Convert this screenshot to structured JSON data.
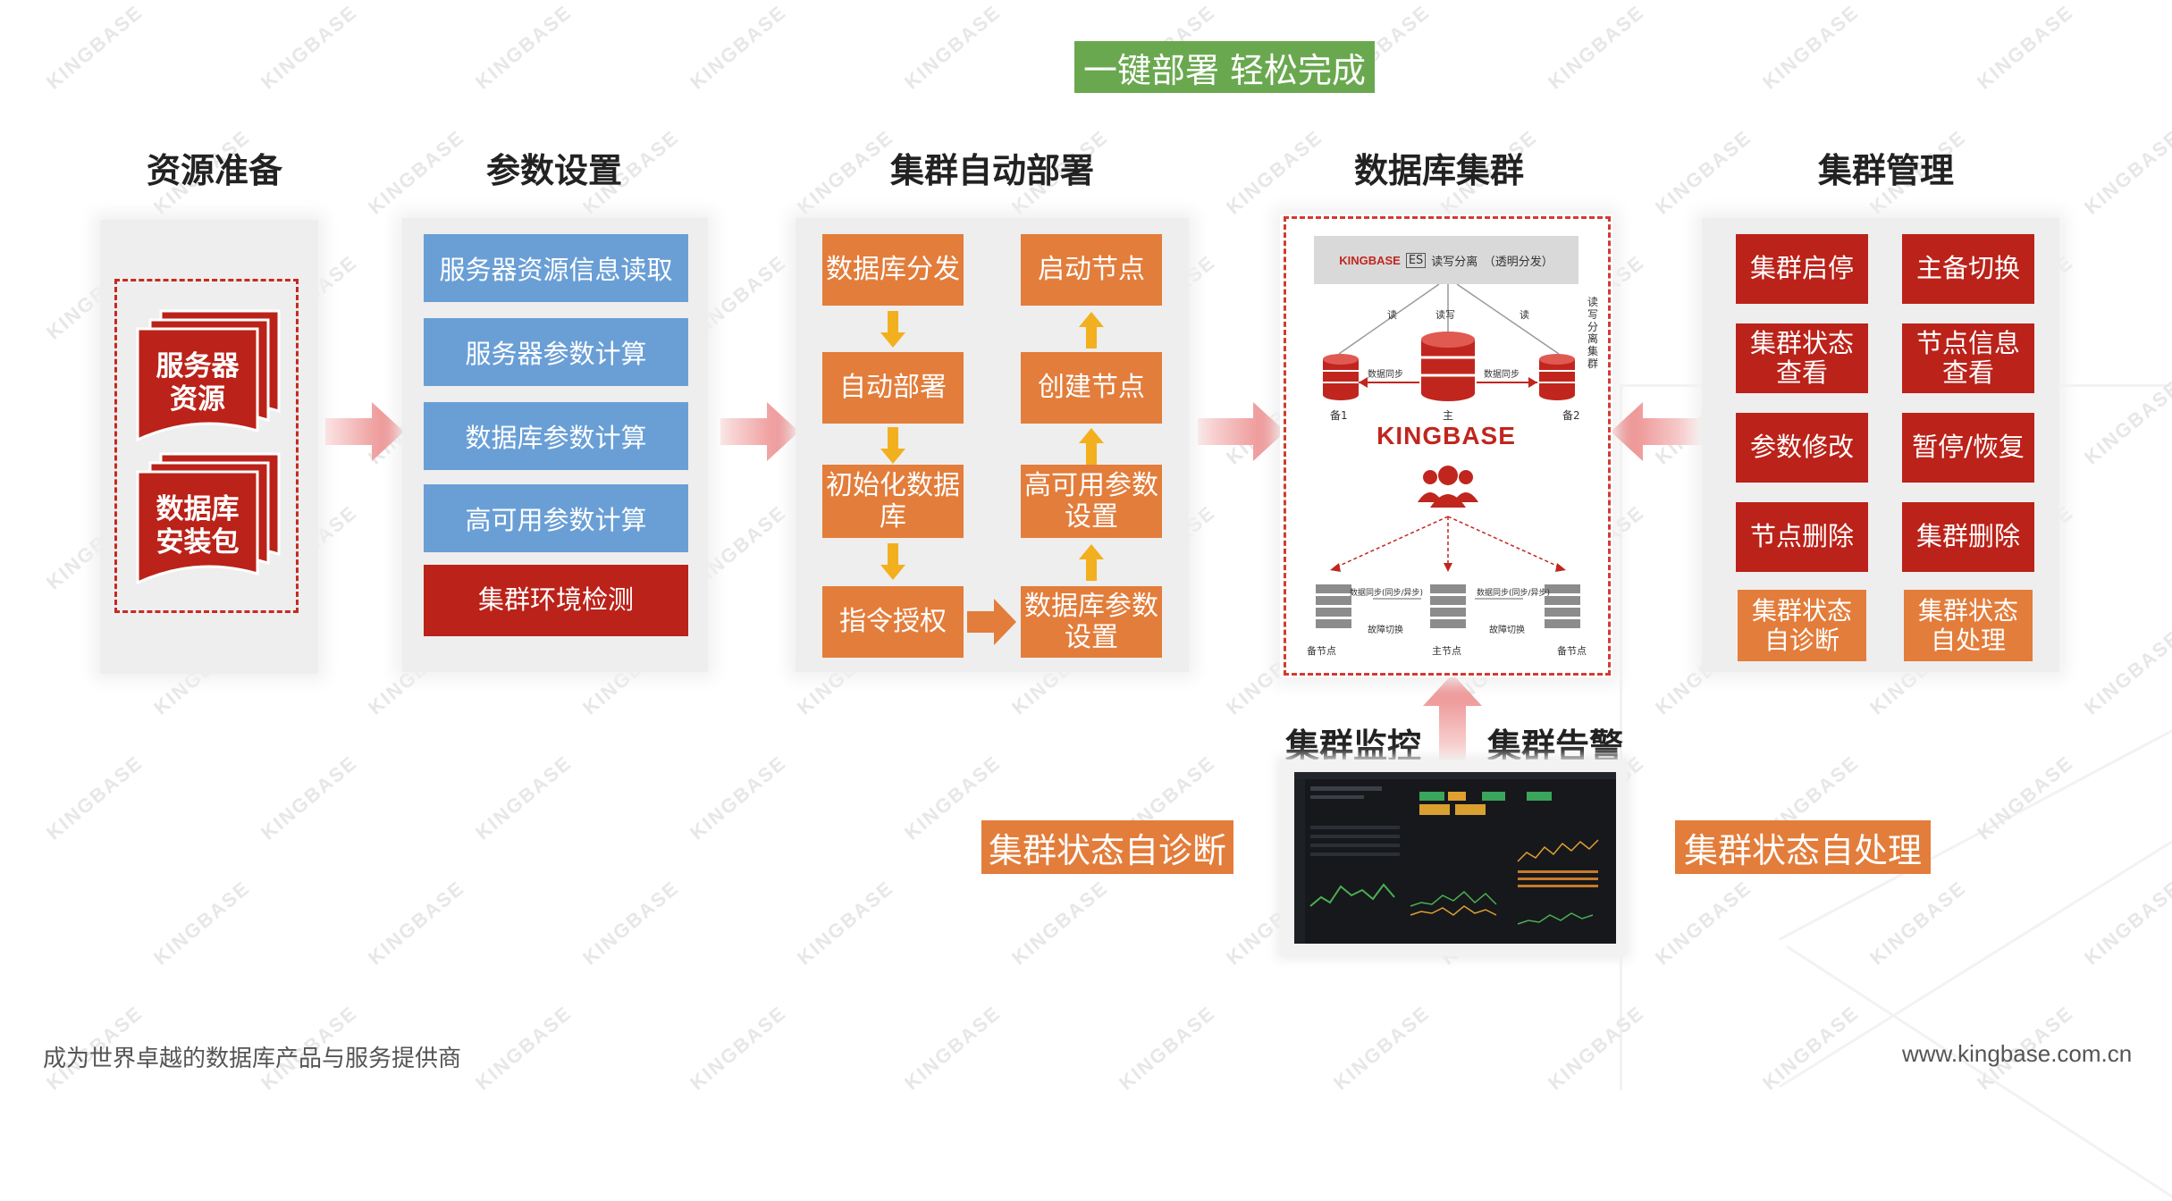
{
  "banner": "一键部署 轻松完成",
  "watermark": "KINGBASE",
  "sections": {
    "resource": "资源准备",
    "params": "参数设置",
    "auto_deploy": "集群自动部署",
    "db_cluster": "数据库集群",
    "management": "集群管理"
  },
  "resource_items": [
    "服务器\n资源",
    "数据库\n安装包"
  ],
  "param_items": [
    "服务器资源信息读取",
    "服务器参数计算",
    "数据库参数计算",
    "高可用参数计算",
    "集群环境检测"
  ],
  "deploy_steps": {
    "db_dist": "数据库分发",
    "auto_deploy": "自动部署",
    "init_db": "初始化数据\n库",
    "cmd_auth": "指令授权",
    "start_node": "启动节点",
    "create_node": "创建节点",
    "ha_params": "高可用参数\n设置",
    "db_params": "数据库参数\n设置"
  },
  "cluster_diagram": {
    "header_brand": "KINGBASE",
    "header_es": "ES",
    "header_text": "读写分离　（透明分发）",
    "side_label": "读写分离集群",
    "read_left": "读",
    "write": "读写",
    "read_right": "读",
    "sync_left": "数据同步",
    "sync_right": "数据同步",
    "standby1": "备1",
    "master": "主",
    "standby2": "备2",
    "logo": "KINGBASE",
    "sync_mid_left": "数据同步(同步/异步)",
    "failover_left": "故障切换",
    "sync_mid_right": "数据同步(同步/异步)",
    "failover_right": "故障切换",
    "standby_node_left": "备节点",
    "master_node": "主节点",
    "standby_node_right": "备节点"
  },
  "management_items": [
    "集群启停",
    "主备切换",
    "集群状态\n查看",
    "节点信息\n查看",
    "参数修改",
    "暂停/恢复",
    "节点删除",
    "集群删除",
    "集群状态\n自诊断",
    "集群状态\n自处理"
  ],
  "monitor": {
    "title_left": "集群监控",
    "title_right": "集群告警",
    "diag_label": "集群状态自诊断",
    "handle_label": "集群状态自处理"
  },
  "footer": {
    "slogan": "成为世界卓越的数据库产品与服务提供商",
    "url": "www.kingbase.com.cn"
  },
  "colors": {
    "red": "#bb2219",
    "orange": "#e37d3b",
    "blue": "#6a9fd6",
    "green": "#6aa84f",
    "arrow_yellow": "#f2b01e",
    "arrow_pink": "#ee8e8e"
  }
}
